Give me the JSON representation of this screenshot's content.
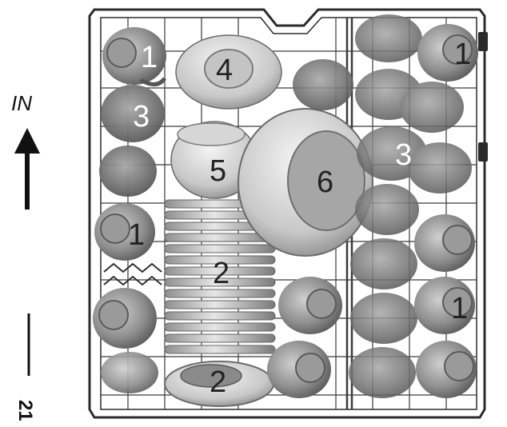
{
  "direction_label": "IN",
  "page_number": "21",
  "colors": {
    "wire": "#2b2b2b",
    "dish_light": "#dcdcdc",
    "dish_shadow": "#8a8a8a",
    "cup_dark": "#6f6f6f"
  },
  "item_labels": {
    "cup_top_left": "1",
    "bowl_top": "4",
    "cup_top_right": "1",
    "glass_left": "3",
    "glass_right": "3",
    "dessert_bowl": "5",
    "large_bowl": "6",
    "cup_mid_left": "1",
    "plates_stack": "2",
    "cup_bottom_right": "1",
    "small_plate": "2"
  }
}
